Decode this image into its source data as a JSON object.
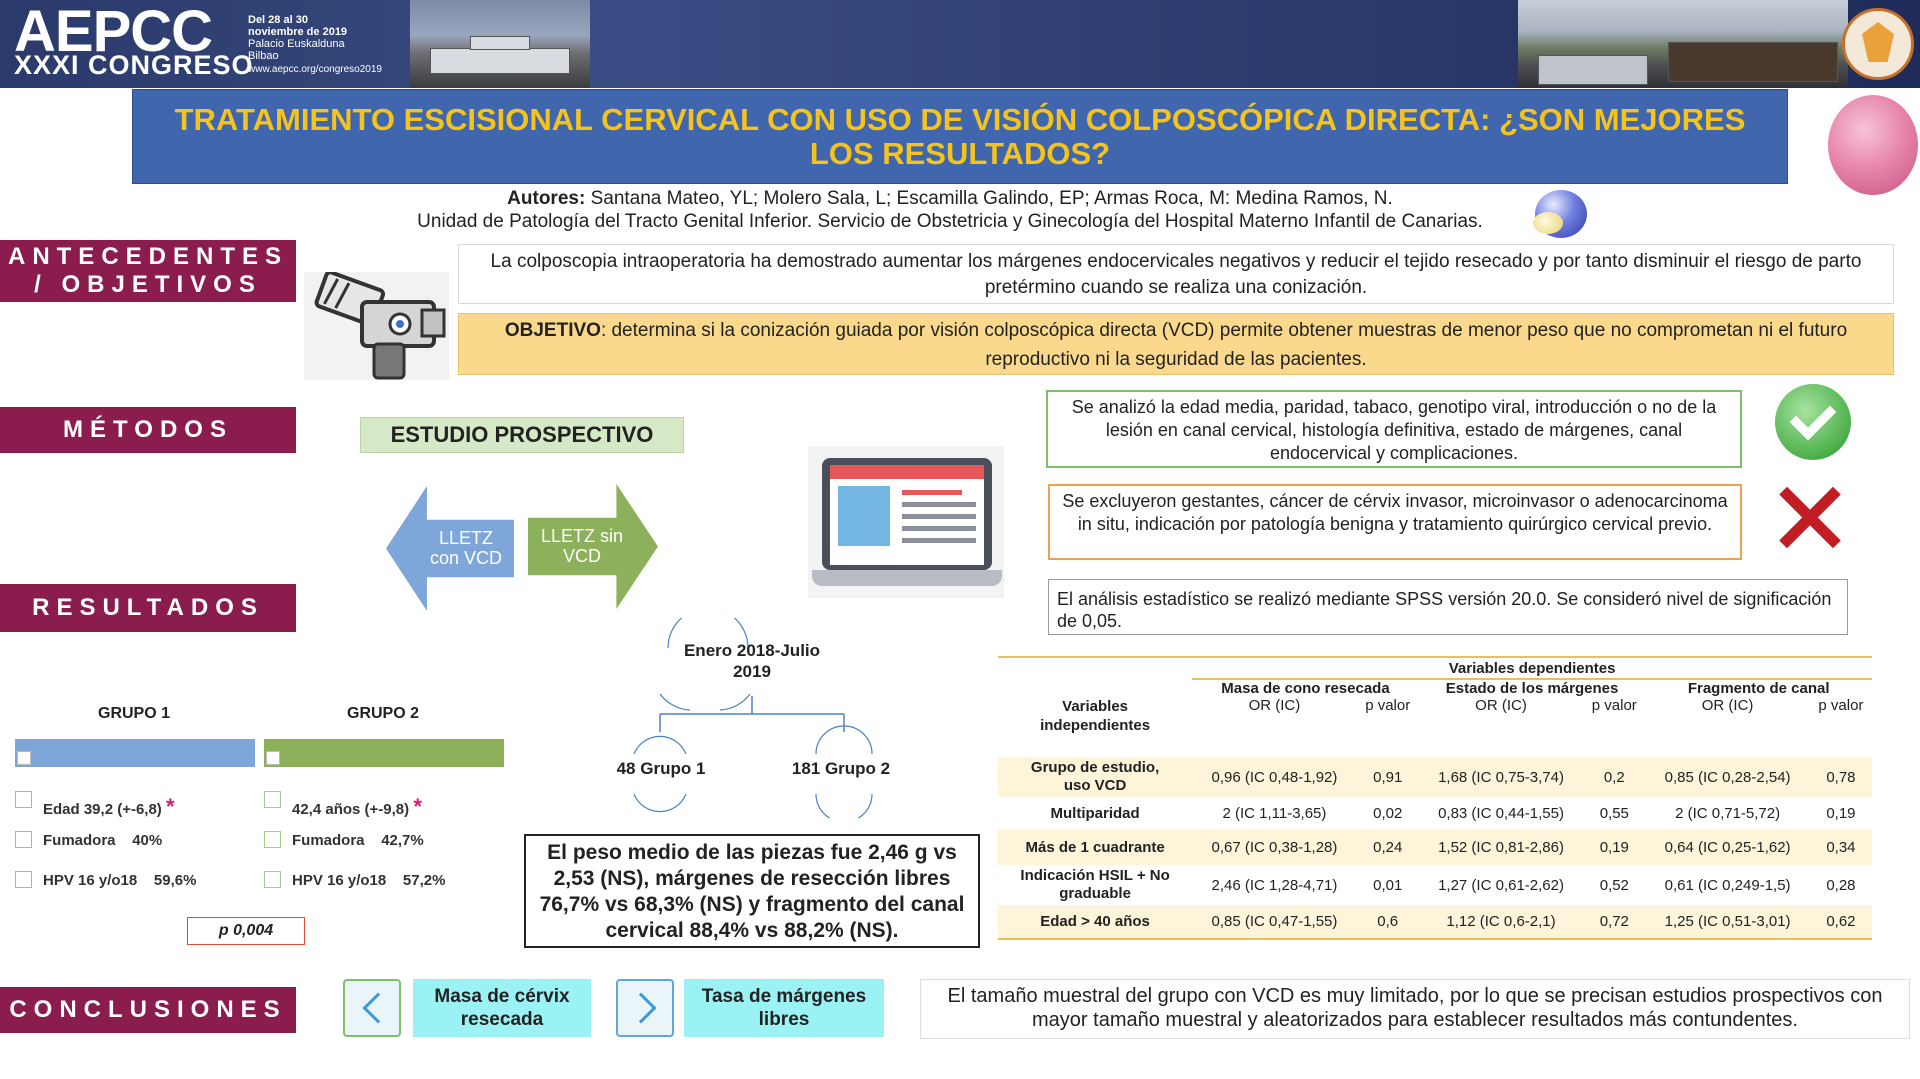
{
  "header": {
    "brand": "AEPCC",
    "congress": "XXXI CONGRESO",
    "dates_line1": "Del 28 al 30",
    "dates_line2": "noviembre de 2019",
    "venue": "Palacio Euskalduna",
    "city": "Bilbao",
    "url": "www.aepcc.org/congreso2019"
  },
  "title": "TRATAMIENTO ESCISIONAL CERVICAL CON USO DE VISIÓN COLPOSCÓPICA DIRECTA: ¿SON MEJORES LOS RESULTADOS?",
  "authors_label": "Autores:",
  "authors": "Santana Mateo, YL; Molero Sala, L; Escamilla Galindo, EP; Armas Roca, M: Medina Ramos, N.",
  "affiliation": "Unidad de Patología del Tracto Genital Inferior. Servicio de Obstetricia y Ginecología del Hospital Materno Infantil de Canarias.",
  "sections": {
    "antecedentes_line1": "ANTECEDENTES",
    "antecedentes_line2": "/ OBJETIVOS",
    "metodos": "MÉTODOS",
    "resultados": "RESULTADOS",
    "conclusiones": "CONCLUSIONES"
  },
  "antecedentes": {
    "text": "La colposcopia intraoperatoria ha demostrado aumentar los márgenes endocervicales negativos y reducir el tejido resecado y por tanto disminuir el riesgo de parto pretérmino cuando se realiza una conización.",
    "objective_label": "OBJETIVO",
    "objective_text": ": determina si la conización guiada por visión colposcópica directa (VCD) permite obtener muestras de menor peso que no comprometan ni el futuro reproductivo ni la seguridad de las pacientes."
  },
  "metodos": {
    "study": "ESTUDIO PROSPECTIVO",
    "arrow_left_line1": "LLETZ",
    "arrow_left_line2": "con VCD",
    "arrow_right_line1": "LLETZ sin",
    "arrow_right_line2": "VCD",
    "analysis": "Se analizó la edad media, paridad, tabaco, genotipo viral, introducción o no de la lesión en canal cervical, histología definitiva, estado de márgenes, canal endocervical y  complicaciones.",
    "excluded": "Se excluyeron gestantes, cáncer de cérvix invasor, microinvasor o adenocarcinoma in situ, indicación por patología benigna y tratamiento quirúrgico cervical previo.",
    "stats": "El análisis estadístico se realizó mediante SPSS versión 20.0. Se consideró nivel de significación de 0,05."
  },
  "resultados": {
    "group1": {
      "title": "GRUPO 1",
      "age": "Edad 39,2 (+-6,8)",
      "smoker_label": "Fumadora",
      "smoker_value": "40%",
      "hpv_label": "HPV 16 y/o18",
      "hpv_value": "59,6%"
    },
    "group2": {
      "title": "GRUPO 2",
      "age": "42,4 años (+-9,8)",
      "smoker_label": "Fumadora",
      "smoker_value": "42,7%",
      "hpv_label": "HPV 16 y/o18",
      "hpv_value": "57,2%"
    },
    "star": "*",
    "p_value": "p 0,004",
    "period_line1": "Enero 2018-Julio",
    "period_line2": "2019",
    "group1_count": "48 Grupo 1",
    "group2_count": "181 Grupo 2",
    "summary": "El peso medio de las piezas fue 2,46 g vs 2,53  (NS),  márgenes de resección libres 76,7% vs 68,3% (NS) y fragmento del canal cervical  88,4% vs 88,2% (NS)."
  },
  "table": {
    "dependent_header": "Variables dependientes",
    "independent_header_line1": "Variables",
    "independent_header_line2": "independientes",
    "groups": [
      "Masa de cono resecada",
      "Estado de los márgenes",
      "Fragmento de canal"
    ],
    "or_label": "OR (IC)",
    "p_label": "p valor",
    "rows": [
      {
        "label1": "Grupo de estudio,",
        "label2": "uso VCD",
        "v": [
          "0,96 (IC 0,48-1,92)",
          "0,91",
          "1,68 (IC 0,75-3,74)",
          "0,2",
          "0,85 (IC 0,28-2,54)",
          "0,78"
        ]
      },
      {
        "label1": "Multiparidad",
        "label2": "",
        "v": [
          "2 (IC 1,11-3,65)",
          "0,02",
          "0,83 (IC 0,44-1,55)",
          "0,55",
          "2 (IC 0,71-5,72)",
          "0,19"
        ]
      },
      {
        "label1": "Más de 1 cuadrante",
        "label2": "",
        "v": [
          "0,67 (IC 0,38-1,28)",
          "0,24",
          "1,52 (IC 0,81-2,86)",
          "0,19",
          "0,64 (IC 0,25-1,62)",
          "0,34"
        ]
      },
      {
        "label1": "Indicación HSIL + No",
        "label2": "graduable",
        "v": [
          "2,46 (IC 1,28-4,71)",
          "0,01",
          "1,27 (IC 0,61-2,62)",
          "0,52",
          "0,61 (IC 0,249-1,5)",
          "0,28"
        ]
      },
      {
        "label1": "Edad > 40 años",
        "label2": "",
        "v": [
          "0,85 (IC 0,47-1,55)",
          "0,6",
          "1,12 (IC 0,6-2,1)",
          "0,72",
          "1,25 (IC 0,51-3,01)",
          "0,62"
        ]
      }
    ]
  },
  "conclusiones": {
    "box1_line1": "Masa de cérvix",
    "box1_line2": "resecada",
    "box2_line1": "Tasa de márgenes",
    "box2_line2": "libres",
    "text": "El tamaño muestral del grupo con VCD es muy limitado, por lo que se precisan estudios prospectivos con mayor tamaño muestral y aleatorizados para establecer resultados más contundentes."
  },
  "icons": [
    "camera-icon",
    "laptop-icon",
    "check-icon",
    "cross-icon",
    "chevron-left-icon",
    "chevron-right-icon",
    "sphere-icon",
    "virus-image",
    "seal-logo"
  ],
  "colors": {
    "section_label": "#8b1d4e",
    "title_bg": "#4066ae",
    "title_text": "#f5c31d",
    "objective_bg": "#fbd98c",
    "group1": "#7ea6d8",
    "group2": "#8db15a",
    "conclusion_box": "#9bf2f4"
  }
}
